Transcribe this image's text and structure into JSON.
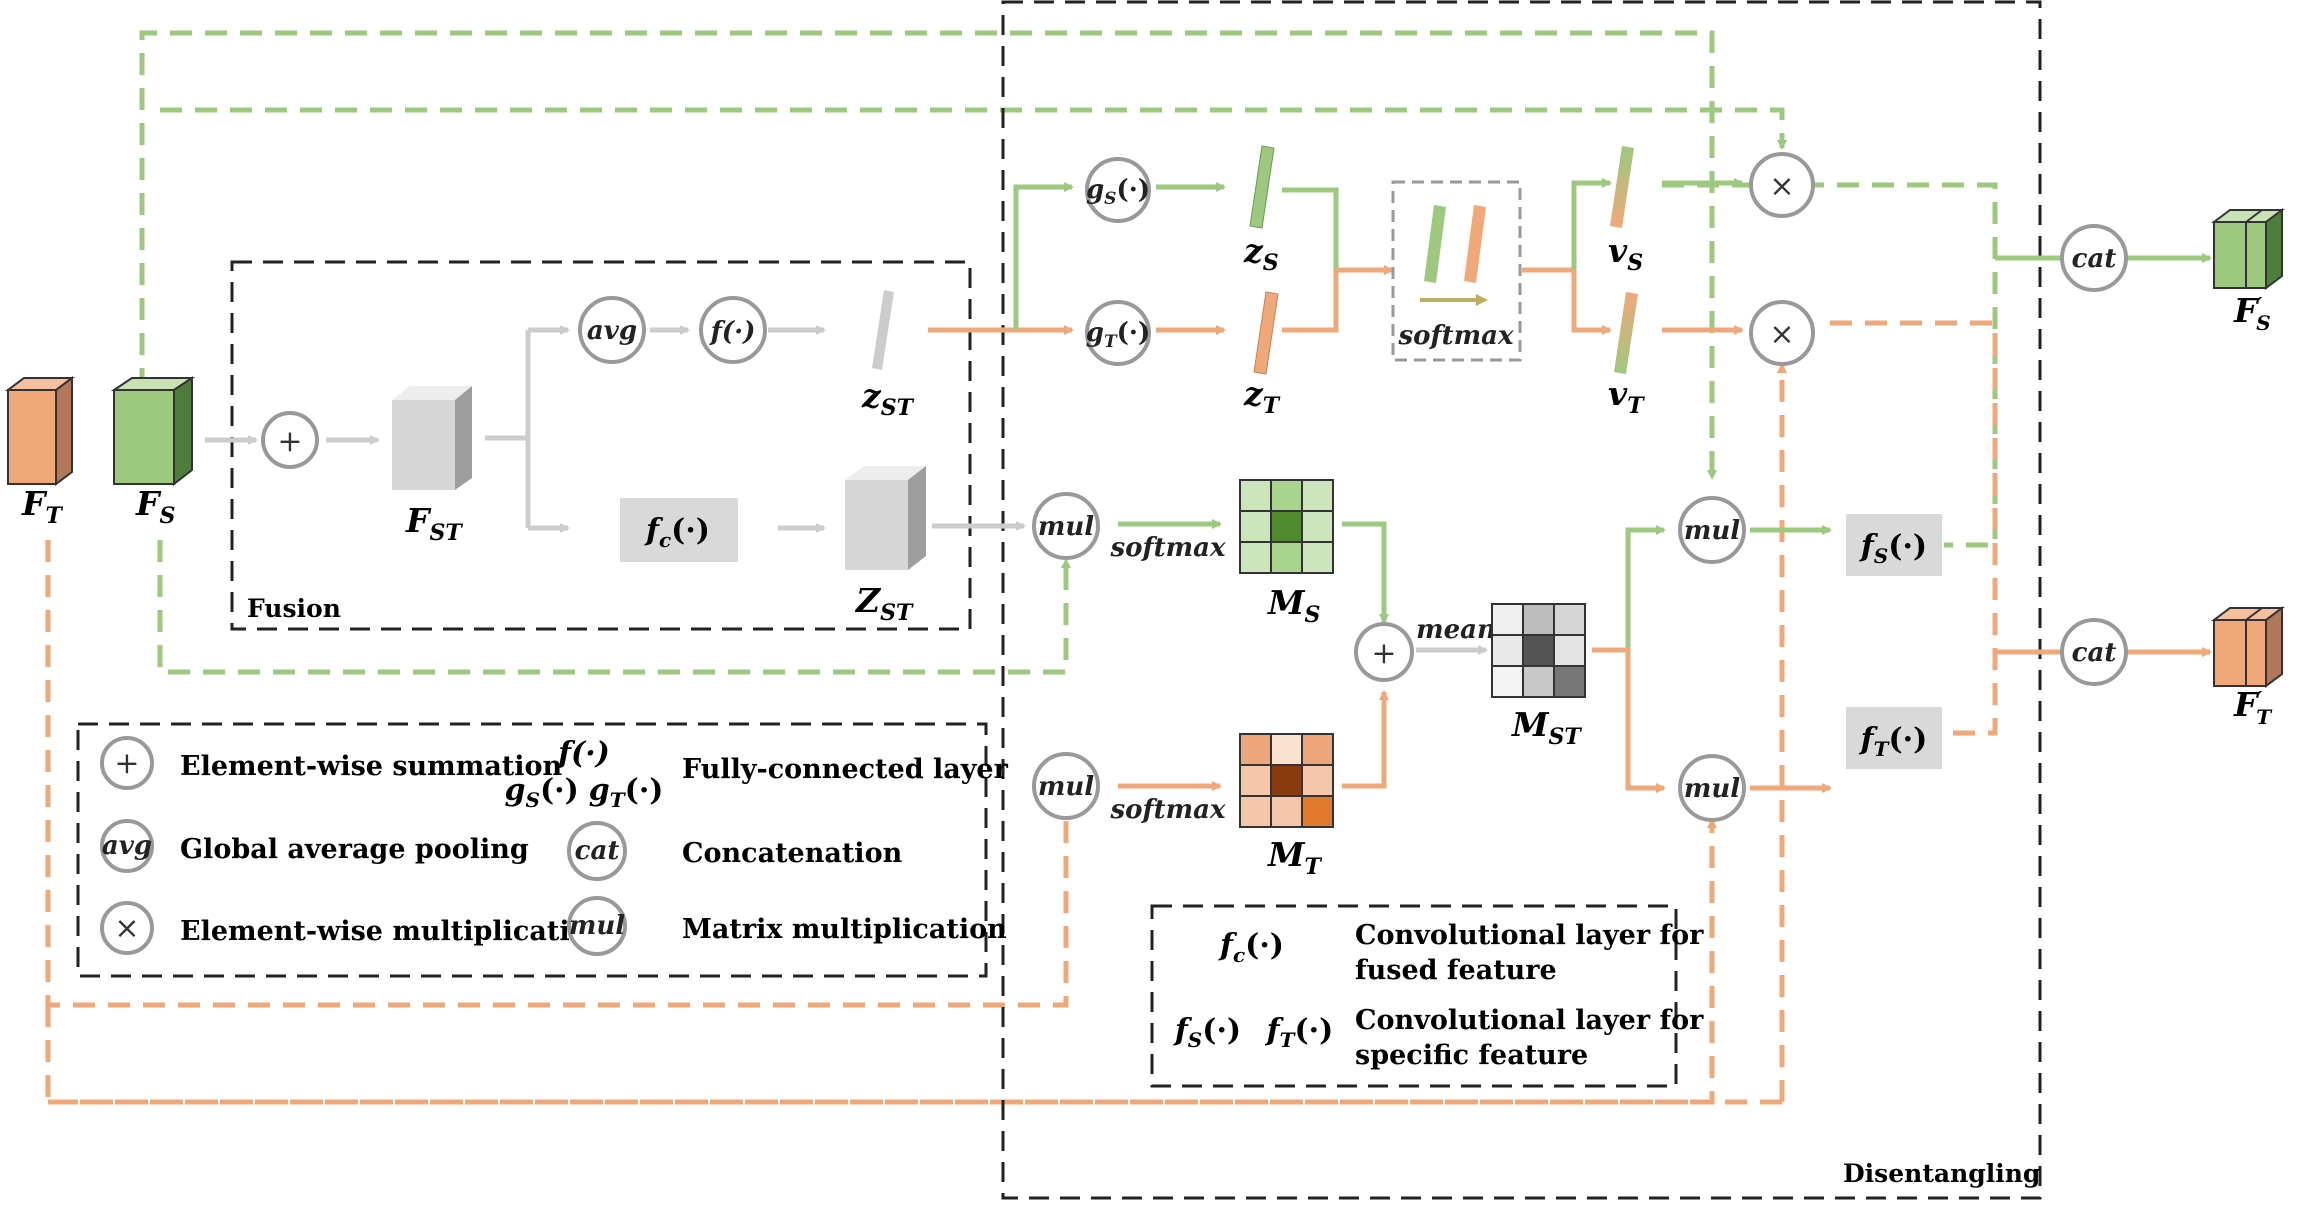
{
  "colors": {
    "green": "#9cc97e",
    "orange": "#f0a878",
    "gray": "#c8c8c8",
    "box": "#222222",
    "circle": "#999999"
  },
  "labels": {
    "FT": "F",
    "FT_sub": "T",
    "FS": "F",
    "FS_sub": "S",
    "FST": "F",
    "FST_sub": "ST",
    "ZST": "Z",
    "ZST_sub": "ST",
    "zST": "z",
    "zST_sub": "ST",
    "zS": "z",
    "zS_sub": "S",
    "zT": "z",
    "zT_sub": "T",
    "vS": "v",
    "vS_sub": "S",
    "vT": "v",
    "vT_sub": "T",
    "MS": "M",
    "MS_sub": "S",
    "MT": "M",
    "MT_sub": "T",
    "MST": "M",
    "MST_sub": "ST",
    "FSp": "F",
    "FSp_sub": "S",
    "FTp": "F",
    "FTp_sub": "T"
  },
  "ops": {
    "avg": "avg",
    "f": "f(·)",
    "gS": "g",
    "gS_sub": "S",
    "gS_tail": "(·)",
    "gT": "g",
    "gT_sub": "T",
    "gT_tail": "(·)",
    "fc": "f",
    "fc_sub": "c",
    "fc_tail": "(·)",
    "fS": "f",
    "fS_sub": "S",
    "fS_tail": "(·)",
    "fT": "f",
    "fT_sub": "T",
    "fT_tail": "(·)",
    "mul": "mul",
    "cat": "cat",
    "softmax": "softmax",
    "mean": "mean",
    "plus": "+",
    "times": "×"
  },
  "regions": {
    "fusion": "Fusion",
    "disentangling": "Disentangling"
  },
  "legend": {
    "summation": "Element-wise summation",
    "gap": "Global average pooling",
    "multiplication": "Element-wise multiplication",
    "fc": "Fully-connected layer",
    "concat": "Concatenation",
    "matmul": "Matrix multiplication",
    "sym_avg": "avg",
    "sym_cat": "cat",
    "sym_mul": "mul",
    "sym_f": "f(·)",
    "sym_gS": "g",
    "sym_gS_sub": "S",
    "sym_gS_tail": "(·)",
    "sym_gT": "g",
    "sym_gT_sub": "T",
    "sym_gT_tail": "(·)"
  },
  "legend2": {
    "fc_sym": "f",
    "fc_sub": "c",
    "fc_tail": "(·)",
    "fc_desc1": "Convolutional layer for",
    "fc_desc2": "fused feature",
    "fs_sym": "f",
    "fs_sub": "S",
    "fs_tail": "(·)",
    "ft_sym": "f",
    "ft_sub": "T",
    "ft_tail": "(·)",
    "spec_desc1": "Convolutional layer for",
    "spec_desc2": "specific feature"
  }
}
